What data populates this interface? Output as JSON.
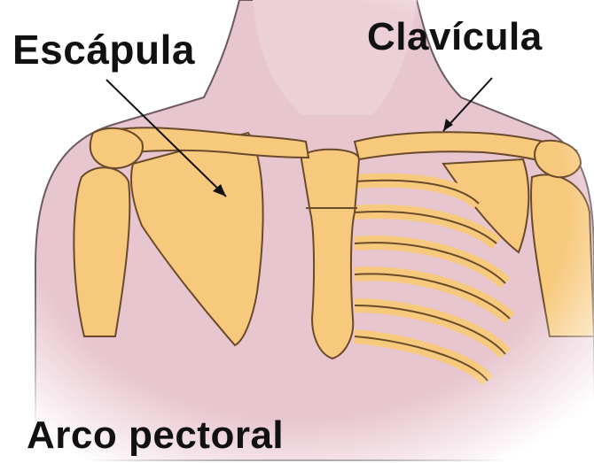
{
  "labels": {
    "scapula": "Escápula",
    "clavicle": "Clavícula",
    "title": "Arco pectoral"
  },
  "colors": {
    "skin": "#e8c6cf",
    "bone": "#f7c97c",
    "bone_outline": "#6a4a2a",
    "body_outline": "#6b5a5e",
    "text": "#111111"
  }
}
